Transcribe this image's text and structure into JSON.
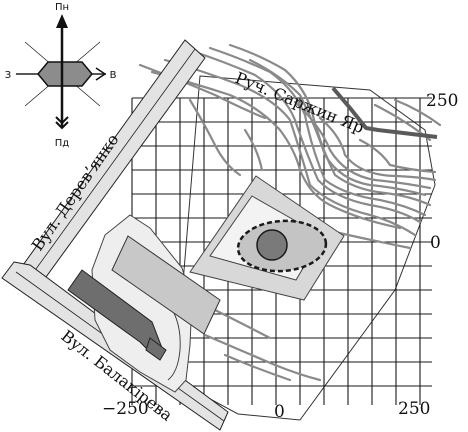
{
  "compass": {
    "north": "Пн",
    "south": "Пд",
    "west": "З",
    "east": "В"
  },
  "grid_labels": {
    "x_left": "−250",
    "x_center": "0",
    "x_right": "250",
    "y_top": "250",
    "y_middle": "0"
  },
  "features": {
    "street_derevyanko": "Вул. Дерев’янко",
    "street_balakireva": "Вул. Балакірева",
    "stream_sarzhyn_yar": "Руч. Саржин Яр"
  },
  "colors": {
    "grid": "#1a1a1a",
    "contour": "#8a8a8a",
    "stream": "#5a5a5a",
    "street_fill": "#e3e3e3",
    "building_dark": "#6e6e6e",
    "building_light": "#c8c8c8",
    "site_fill": "#d8d8d8",
    "site_outline": "#555555"
  }
}
